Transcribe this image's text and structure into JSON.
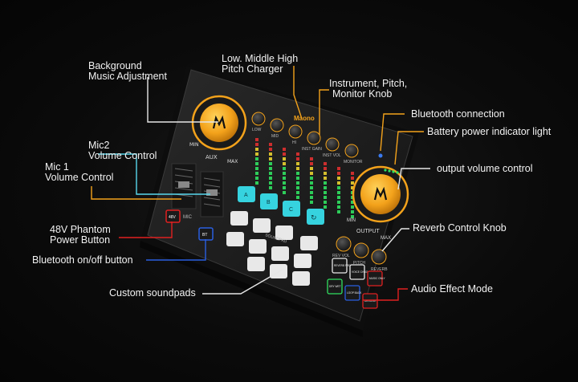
{
  "callouts": {
    "background_music": [
      "Background",
      "Music Adjustment"
    ],
    "pitch_charger": [
      "Low. Middle High",
      "Pitch Charger"
    ],
    "instrument_knob": [
      "Instrument, Pitch,",
      "Monitor Knob"
    ],
    "bluetooth_connection": "Bluetooth connection",
    "battery_light": "Battery power indicator light",
    "mic2_volume": [
      "Mic2",
      "Volume Control"
    ],
    "mic1_volume": [
      "Mic 1",
      "Volume Control"
    ],
    "output_volume": "output volume control",
    "phantom_power": [
      "48V Phantom",
      "Power Button"
    ],
    "reverb_knob": "Reverb Control Knob",
    "bluetooth_onoff": "Bluetooth on/off button",
    "custom_soundpads": "Custom soundpads",
    "audio_effect_mode": "Audio Effect Mode"
  },
  "device": {
    "brand": "Maono",
    "left_knob": {
      "min": "MIN",
      "name": "AUX",
      "max": "MAX"
    },
    "right_knob": {
      "min": "MIN",
      "name": "OUTPUT",
      "max": "MAX"
    },
    "eq_labels": [
      "LOW",
      "MID",
      "HI",
      "INST GAIN",
      "INST VOL",
      "MONITOR"
    ],
    "pads_top": [
      "A",
      "B",
      "C"
    ],
    "soundpad_label": "SOUNDPAD",
    "reverb_labels": [
      "REV VOL",
      "PITCH",
      "REVERB"
    ],
    "effect_buttons": [
      "REVERB PRESETS",
      "VOICE CHNG",
      "MUSIC ONLY",
      "DRY WET",
      "LOOP BACK",
      "DENOISE"
    ],
    "phantom_btn": "48V",
    "bt_btn": "BT",
    "mic_label": "MIC"
  },
  "colors": {
    "accent": "#f3a21b",
    "line_white": "#e6e6e6",
    "line_cyan": "#58d8ee",
    "line_red": "#e02020",
    "line_blue": "#2a5fe0",
    "pad_cyan": "#36d3df"
  }
}
